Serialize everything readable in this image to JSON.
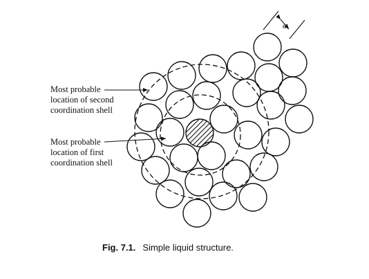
{
  "figure": {
    "labels": {
      "second_shell": [
        "Most probable",
        "location of second",
        "coordination shell"
      ],
      "first_shell": [
        "Most probable",
        "location of first",
        "coordination shell"
      ]
    },
    "diameter_symbol": "σ",
    "caption": {
      "number": "Fig. 7.1.",
      "text": "Simple liquid structure."
    }
  }
}
